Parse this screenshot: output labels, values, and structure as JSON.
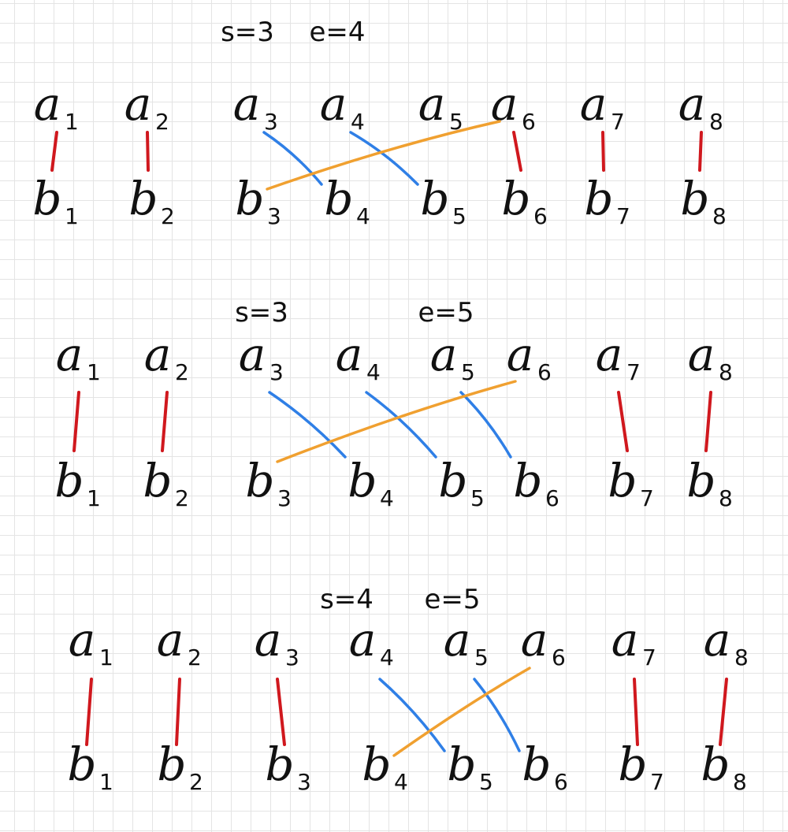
{
  "colors": {
    "pair": "#d0181e",
    "cross": "#2f7fe6",
    "reverse": "#f0a030",
    "ink": "#111111"
  },
  "rows": [
    {
      "header": [
        {
          "text": "s=3"
        },
        {
          "text": "e=4"
        }
      ],
      "top": [
        {
          "var": "a",
          "sub": "1"
        },
        {
          "var": "a",
          "sub": "2"
        },
        {
          "var": "a",
          "sub": "3"
        },
        {
          "var": "a",
          "sub": "4"
        },
        {
          "var": "a",
          "sub": "5"
        },
        {
          "var": "a",
          "sub": "6"
        },
        {
          "var": "a",
          "sub": "7"
        },
        {
          "var": "a",
          "sub": "8"
        }
      ],
      "bottom": [
        {
          "var": "b",
          "sub": "1"
        },
        {
          "var": "b",
          "sub": "2"
        },
        {
          "var": "b",
          "sub": "3"
        },
        {
          "var": "b",
          "sub": "4"
        },
        {
          "var": "b",
          "sub": "5"
        },
        {
          "var": "b",
          "sub": "6"
        },
        {
          "var": "b",
          "sub": "7"
        },
        {
          "var": "b",
          "sub": "8"
        }
      ],
      "pairs": [
        1,
        2,
        6,
        7,
        8
      ],
      "cross": [
        [
          3,
          4
        ],
        [
          4,
          5
        ]
      ],
      "reverse": [
        6,
        3
      ]
    },
    {
      "header": [
        {
          "text": "s=3"
        },
        {
          "text": "e=5"
        }
      ],
      "top": [
        {
          "var": "a",
          "sub": "1"
        },
        {
          "var": "a",
          "sub": "2"
        },
        {
          "var": "a",
          "sub": "3"
        },
        {
          "var": "a",
          "sub": "4"
        },
        {
          "var": "a",
          "sub": "5"
        },
        {
          "var": "a",
          "sub": "6"
        },
        {
          "var": "a",
          "sub": "7"
        },
        {
          "var": "a",
          "sub": "8"
        }
      ],
      "bottom": [
        {
          "var": "b",
          "sub": "1"
        },
        {
          "var": "b",
          "sub": "2"
        },
        {
          "var": "b",
          "sub": "3"
        },
        {
          "var": "b",
          "sub": "4"
        },
        {
          "var": "b",
          "sub": "5"
        },
        {
          "var": "b",
          "sub": "6"
        },
        {
          "var": "b",
          "sub": "7"
        },
        {
          "var": "b",
          "sub": "8"
        }
      ],
      "pairs": [
        1,
        2,
        7,
        8
      ],
      "cross": [
        [
          3,
          4
        ],
        [
          4,
          5
        ],
        [
          5,
          6
        ]
      ],
      "reverse": [
        6,
        3
      ]
    },
    {
      "header": [
        {
          "text": "s=4"
        },
        {
          "text": "e=5"
        }
      ],
      "top": [
        {
          "var": "a",
          "sub": "1"
        },
        {
          "var": "a",
          "sub": "2"
        },
        {
          "var": "a",
          "sub": "3"
        },
        {
          "var": "a",
          "sub": "4"
        },
        {
          "var": "a",
          "sub": "5"
        },
        {
          "var": "a",
          "sub": "6"
        },
        {
          "var": "a",
          "sub": "7"
        },
        {
          "var": "a",
          "sub": "8"
        }
      ],
      "bottom": [
        {
          "var": "b",
          "sub": "1"
        },
        {
          "var": "b",
          "sub": "2"
        },
        {
          "var": "b",
          "sub": "3"
        },
        {
          "var": "b",
          "sub": "4"
        },
        {
          "var": "b",
          "sub": "5"
        },
        {
          "var": "b",
          "sub": "6"
        },
        {
          "var": "b",
          "sub": "7"
        },
        {
          "var": "b",
          "sub": "8"
        }
      ],
      "pairs": [
        1,
        2,
        3,
        7,
        8
      ],
      "cross": [
        [
          4,
          5
        ],
        [
          5,
          6
        ]
      ],
      "reverse": [
        6,
        4
      ]
    }
  ]
}
